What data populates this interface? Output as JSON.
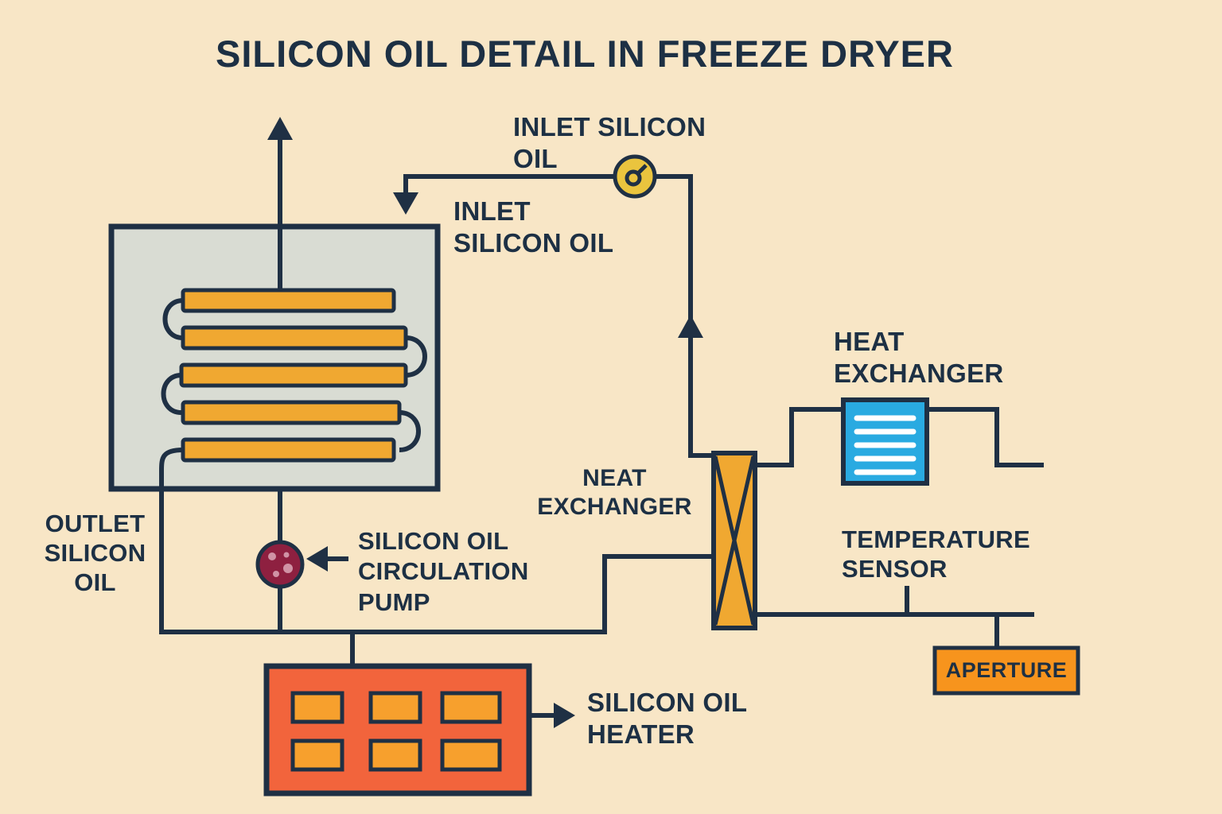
{
  "title": "SILICON OIL DETAIL IN FREEZE DRYER",
  "labels": {
    "inlet_top": "INLET SILICON\nOIL",
    "inlet_side": "INLET\nSILICON OIL",
    "heat_exchanger": "HEAT\nEXCHANGER",
    "neat_exchanger": "NEAT\nEXCHANGER",
    "temperature_sensor": "TEMPERATURE\nSENSOR",
    "aperture": "APERTURE",
    "outlet_silicon_oil": "OUTLET\nSILICON\nOIL",
    "circulation_pump": "SILICON OIL\nCIRCULATION\nPUMP",
    "silicon_oil_heater": "SILICON OIL\nHEATER"
  },
  "icons": {
    "inlet_valve": "valve-gauge-icon",
    "circulation_pump": "pump-icon",
    "heat_exchanger_column": "crossflow-exchanger-icon",
    "heat_exchanger_unit": "finned-exchanger-icon",
    "heater": "heating-elements-icon",
    "flow_arrows": "arrow-icon"
  },
  "colors": {
    "background": "#f8e6c6",
    "line": "#1f3044",
    "text": "#1d3044",
    "chamber_fill": "#d9dcd3",
    "coil_orange": "#f0a831",
    "valve_yellow": "#eac43e",
    "exchanger_blue": "#29aae1",
    "pump_red": "#8e2040",
    "heater_red_orange": "#f2643c",
    "heater_cell_orange": "#f7a02d",
    "aperture_orange": "#f7941d"
  }
}
